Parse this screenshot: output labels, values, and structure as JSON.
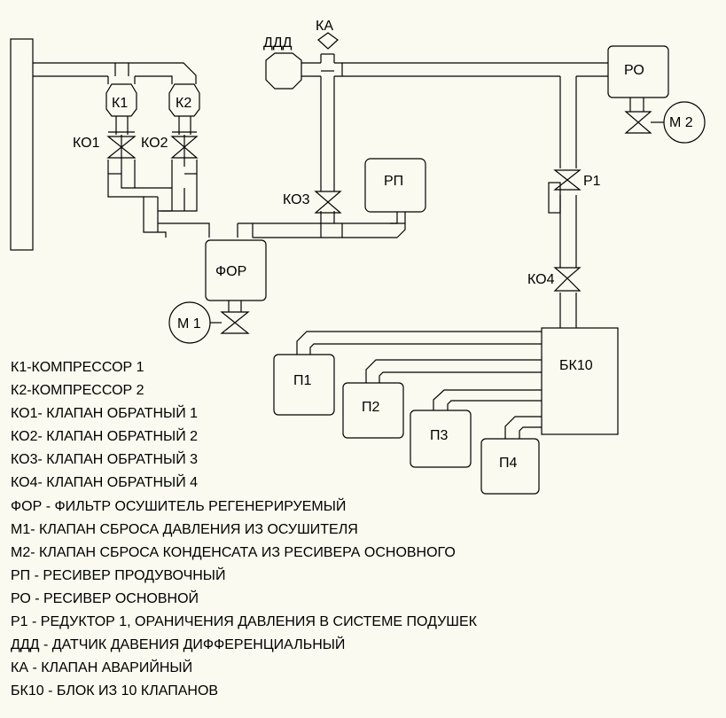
{
  "labels": {
    "k1": "К1",
    "k2": "К2",
    "ko1": "КО1",
    "ko2": "КО2",
    "ko3": "КО3",
    "ko4": "КО4",
    "ddd": "ДДД",
    "ka": "КА",
    "ro": "РО",
    "m2": "М 2",
    "rp": "РП",
    "r1": "Р1",
    "for": "ФОР",
    "m1": "М 1",
    "bk10": "БК10",
    "p1": "П1",
    "p2": "П2",
    "p3": "П3",
    "p4": "П4"
  },
  "legend": [
    "К1-КОМПРЕССОР 1",
    "К2-КОМПРЕССОР 2",
    "КО1- КЛАПАН ОБРАТНЫЙ 1",
    "КО2- КЛАПАН ОБРАТНЫЙ 2",
    "КО3- КЛАПАН ОБРАТНЫЙ 3",
    "КО4- КЛАПАН ОБРАТНЫЙ 4",
    "ФОР - ФИЛЬТР ОСУШИТЕЛЬ РЕГЕНЕРИРУЕМЫЙ",
    "М1- КЛАПАН СБРОСА ДАВЛЕНИЯ ИЗ ОСУШИТЕЛЯ",
    "М2- КЛАПАН СБРОСА КОНДЕНСАТА ИЗ РЕСИВЕРА ОСНОВНОГО",
    "РП - РЕСИВЕР ПРОДУВОЧНЫЙ",
    "РО - РЕСИВЕР ОСНОВНОЙ",
    "Р1 - РЕДУКТОР 1, ОРАНИЧЕНИЯ ДАВЛЕНИЯ В СИСТЕМЕ ПОДУШЕК",
    "ДДД - ДАТЧИК ДАВЕНИЯ ДИФФЕРЕНЦИАЛЬНЫЙ",
    "КА - КЛАПАН АВАРИЙНЫЙ",
    "БК10 - БЛОК ИЗ 10 КЛАПАНОВ"
  ]
}
